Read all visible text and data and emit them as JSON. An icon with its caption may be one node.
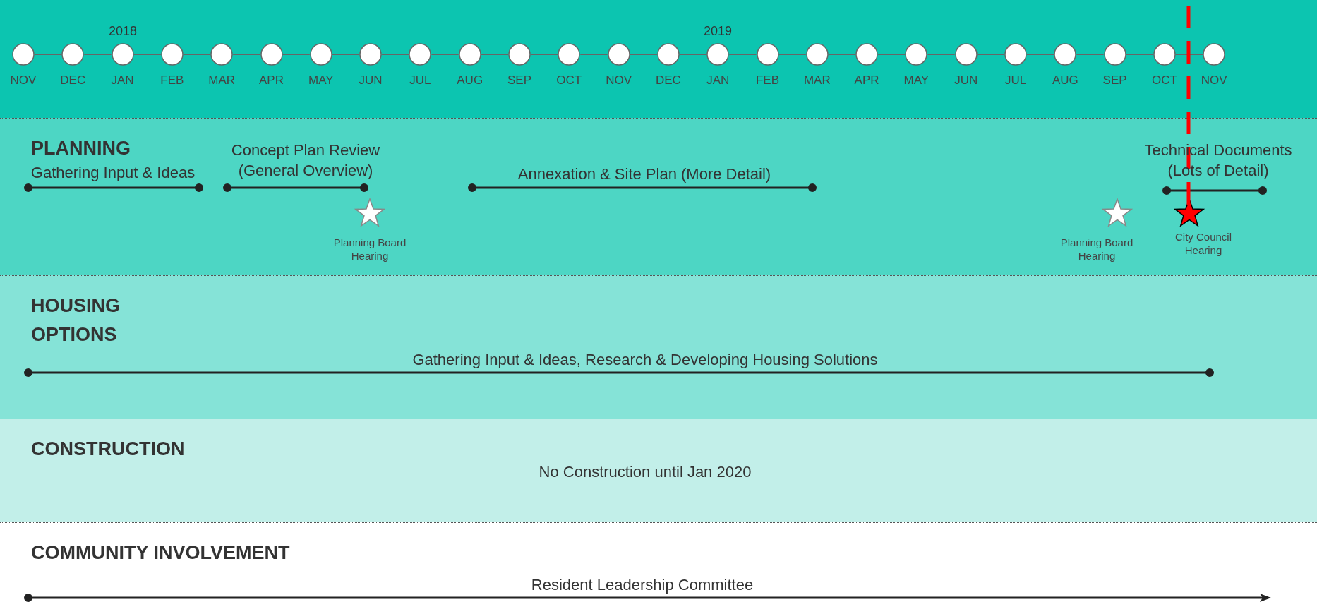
{
  "diagram": {
    "nodes": [
      {
        "text": [],
        "shape": "circle",
        "beside": [
          "NOV"
        ]
      },
      {
        "text": [],
        "shape": "circle",
        "beside": [
          "DEC"
        ]
      },
      {
        "text": [],
        "shape": "circle",
        "beside": [
          "JAN"
        ]
      },
      {
        "text": [],
        "shape": "circle",
        "beside": [
          "FEB"
        ]
      },
      {
        "text": [],
        "shape": "circle",
        "beside": [
          "MAR"
        ]
      },
      {
        "text": [],
        "shape": "circle",
        "beside": [
          "APR"
        ]
      },
      {
        "text": [],
        "shape": "circle",
        "beside": [
          "MAY"
        ]
      },
      {
        "text": [],
        "shape": "circle",
        "beside": [
          "JUN"
        ]
      },
      {
        "text": [],
        "shape": "circle",
        "beside": [
          "JUL"
        ]
      },
      {
        "text": [],
        "shape": "circle",
        "beside": [
          "AUG"
        ]
      },
      {
        "text": [],
        "shape": "circle",
        "beside": [
          "SEP"
        ]
      },
      {
        "text": [],
        "shape": "circle",
        "beside": [
          "OCT"
        ]
      },
      {
        "text": [],
        "shape": "circle",
        "beside": [
          "NOV"
        ]
      },
      {
        "text": [],
        "shape": "circle",
        "beside": [
          "DEC"
        ]
      },
      {
        "text": [],
        "shape": "circle",
        "beside": [
          "JAN"
        ]
      },
      {
        "text": [],
        "shape": "circle",
        "beside": [
          "FEB"
        ]
      },
      {
        "text": [],
        "shape": "circle",
        "beside": [
          "MAR"
        ]
      },
      {
        "text": [],
        "shape": "circle",
        "beside": [
          "APR"
        ]
      },
      {
        "text": [],
        "shape": "circle",
        "beside": [
          "MAY"
        ]
      },
      {
        "text": [],
        "shape": "circle",
        "beside": [
          "JUN"
        ]
      },
      {
        "text": [],
        "shape": "circle",
        "beside": [
          "JUL"
        ]
      },
      {
        "text": [],
        "shape": "circle",
        "beside": [
          "AUG"
        ]
      },
      {
        "text": [],
        "shape": "circle",
        "beside": [
          "SEP"
        ]
      },
      {
        "text": [],
        "shape": "circle",
        "beside": [
          "OCT"
        ]
      },
      {
        "text": [],
        "shape": "circle",
        "beside": [
          "NOV"
        ]
      },
      {
        "text": [
          "PLANNING"
        ]
      },
      {
        "text": [
          "Gathering Input & Ideas"
        ],
        "in": 25
      },
      {
        "text": [
          "Concept Plan Review (General Overview)"
        ],
        "in": 25
      },
      {
        "text": [],
        "shape": "star",
        "beside": [
          "Planning Board Hearing"
        ],
        "in": 25
      },
      {
        "text": [
          "Annexation & Site Plan (More Detail)"
        ],
        "in": 25
      },
      {
        "text": [],
        "shape": "star",
        "beside": [
          "Planning Board Hearing"
        ],
        "in": 25
      },
      {
        "text": [
          "Technical Documents (Lots of Detail)"
        ],
        "in": 25
      },
      {
        "text": [],
        "shape": "star",
        "beside": [
          "City Council Hearing"
        ],
        "in": 25
      },
      {
        "text": [
          "HOUSING OPTIONS"
        ]
      },
      {
        "text": [
          "Gathering Input & Ideas, Research & Developing Housing Solutions"
        ],
        "in": 33
      },
      {
        "text": [
          "CONSTRUCTION"
        ]
      },
      {
        "text": [
          "COMMUNITY INVOLVEMENT"
        ]
      },
      {
        "text": [
          "Resident Leadership Committee"
        ],
        "in": 36
      }
    ],
    "edges": [
      {
        "from": 0,
        "to": 1,
        "arrow": "none"
      },
      {
        "from": 1,
        "to": 2,
        "arrow": "none"
      },
      {
        "from": 2,
        "to": 3,
        "arrow": "none"
      },
      {
        "from": 3,
        "to": 4,
        "arrow": "none"
      },
      {
        "from": 4,
        "to": 5,
        "arrow": "none"
      },
      {
        "from": 5,
        "to": 6,
        "arrow": "none"
      },
      {
        "from": 6,
        "to": 7,
        "arrow": "none"
      },
      {
        "from": 7,
        "to": 8,
        "arrow": "none"
      },
      {
        "from": 8,
        "to": 9,
        "arrow": "none"
      },
      {
        "from": 9,
        "to": 10,
        "arrow": "none"
      },
      {
        "from": 10,
        "to": 11,
        "arrow": "none"
      },
      {
        "from": 11,
        "to": 12,
        "arrow": "none"
      },
      {
        "from": 12,
        "to": 13,
        "arrow": "none"
      },
      {
        "from": 13,
        "to": 14,
        "arrow": "none"
      },
      {
        "from": 14,
        "to": 15,
        "arrow": "none"
      },
      {
        "from": 15,
        "to": 16,
        "arrow": "none"
      },
      {
        "from": 16,
        "to": 17,
        "arrow": "none"
      },
      {
        "from": 17,
        "to": 18,
        "arrow": "none"
      },
      {
        "from": 18,
        "to": 19,
        "arrow": "none"
      },
      {
        "from": 19,
        "to": 20,
        "arrow": "none"
      },
      {
        "from": 20,
        "to": 21,
        "arrow": "none"
      },
      {
        "from": 21,
        "to": 22,
        "arrow": "none"
      },
      {
        "from": 22,
        "to": 23,
        "arrow": "none"
      },
      {
        "from": 23,
        "to": 24,
        "arrow": "none"
      }
    ],
    "labels": [
      "2018",
      "2019",
      "No Construction until Jan 2020"
    ]
  }
}
